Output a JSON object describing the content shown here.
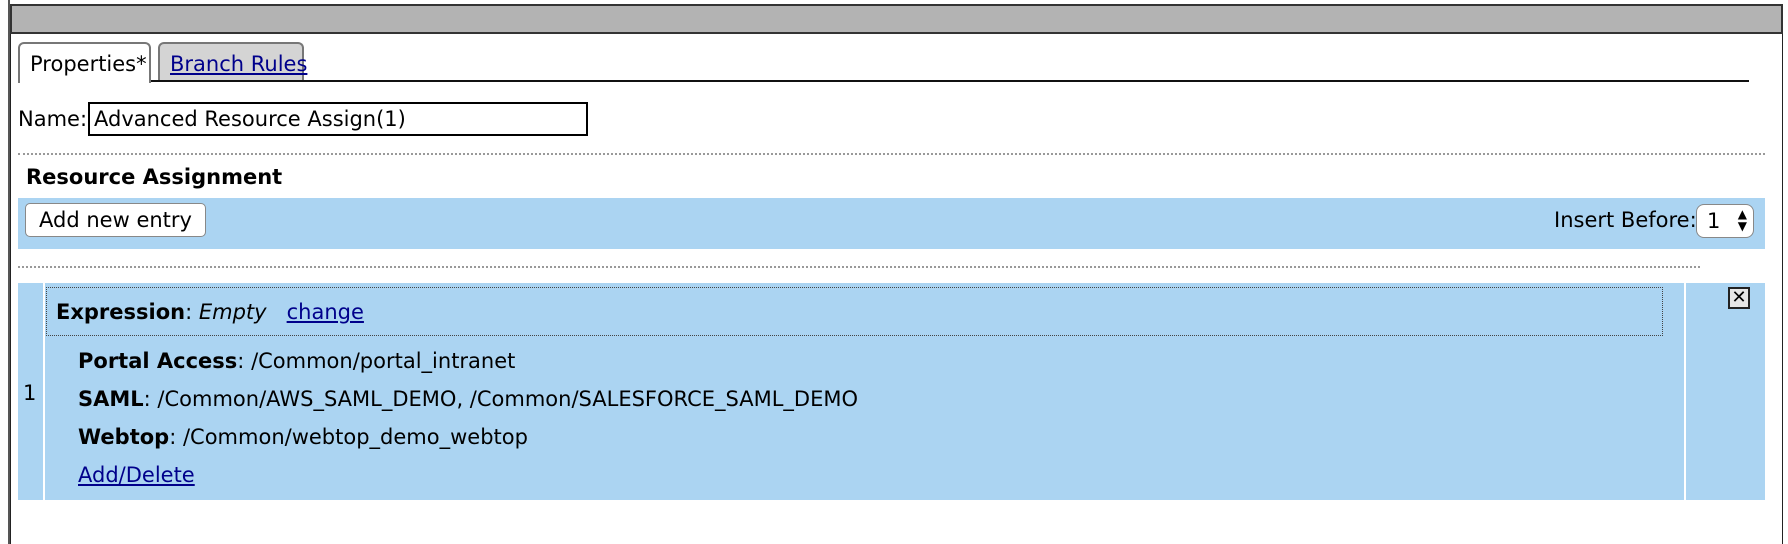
{
  "tabs": [
    {
      "label": "Properties*",
      "active": true
    },
    {
      "label": "Branch Rules",
      "active": false
    }
  ],
  "name_field": {
    "label": "Name:",
    "value": "Advanced Resource Assign(1)"
  },
  "section": {
    "title": "Resource Assignment"
  },
  "toolbar": {
    "add_button": "Add new entry",
    "insert_before_label": "Insert Before:",
    "insert_before_value": "1"
  },
  "entries": [
    {
      "index": "1",
      "expression": {
        "label": "Expression",
        "value": "Empty",
        "change_link": "change"
      },
      "resources": [
        {
          "label": "Portal Access",
          "value": "/Common/portal_intranet"
        },
        {
          "label": "SAML",
          "value": "/Common/AWS_SAML_DEMO, /Common/SALESFORCE_SAML_DEMO"
        },
        {
          "label": "Webtop",
          "value": "/Common/webtop_demo_webtop"
        }
      ],
      "add_delete_link": "Add/Delete"
    }
  ],
  "colors": {
    "accent_bg": "#abd4f2",
    "link": "#00008b",
    "titlebar": "#b3b3b3"
  },
  "icons": {
    "close": "close-icon"
  }
}
